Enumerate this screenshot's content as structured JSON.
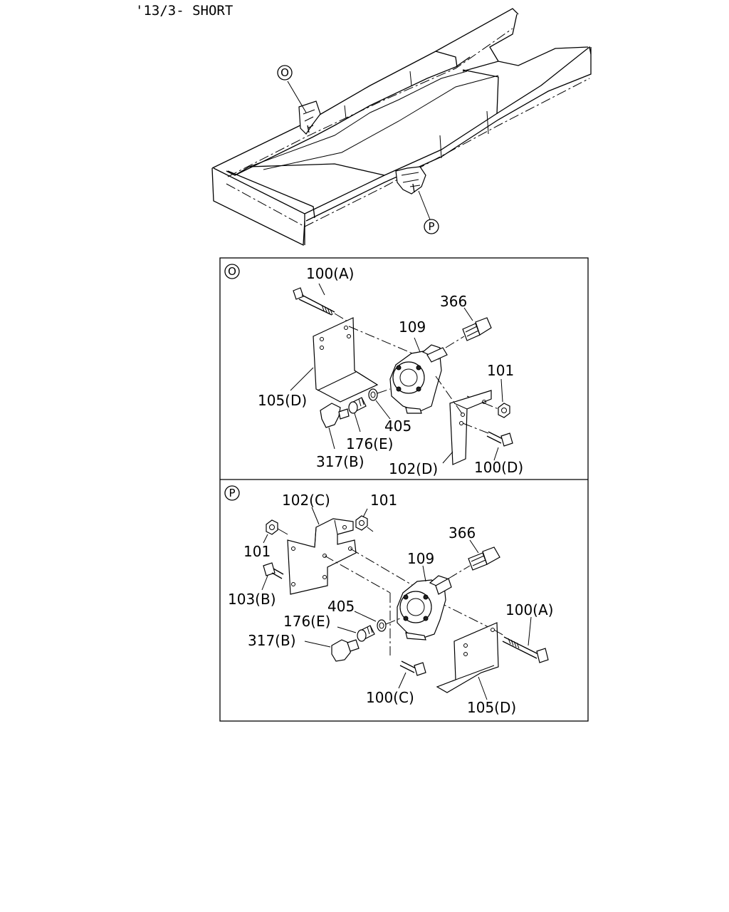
{
  "header": {
    "text": "'13/3- SHORT"
  },
  "frame_callouts": {
    "o": "O",
    "p": "P"
  },
  "panel_o": {
    "badge": "O",
    "labels": {
      "bolt_a": "100(A)",
      "sensor": "366",
      "valve": "109",
      "nut": "101",
      "bracket_d": "105(D)",
      "washer": "405",
      "plug": "176(E)",
      "elbow": "317(B)",
      "bracket_small": "102(D)",
      "bolt_d": "100(D)"
    }
  },
  "panel_p": {
    "badge": "P",
    "labels": {
      "bracket_c": "102(C)",
      "nut_top": "101",
      "sensor": "366",
      "nut_left": "101",
      "valve": "109",
      "bolt_b": "103(B)",
      "washer": "405",
      "bolt_a": "100(A)",
      "plug": "176(E)",
      "elbow": "317(B)",
      "bolt_c": "100(C)",
      "bracket_d": "105(D)"
    }
  }
}
